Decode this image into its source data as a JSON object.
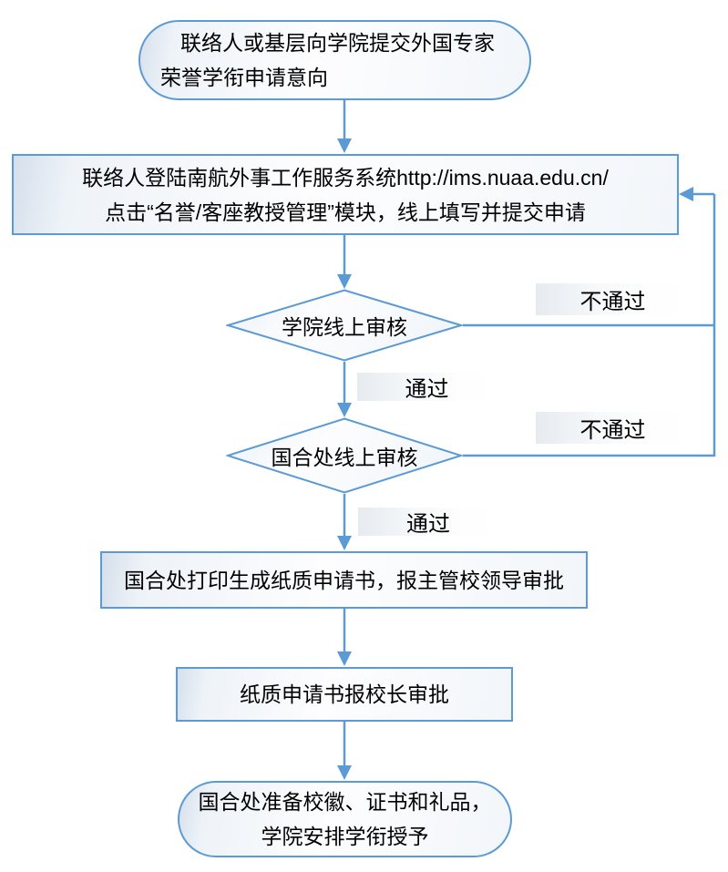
{
  "flowchart": {
    "accent_color": "#5B9BD5",
    "text_color": "#000000",
    "nodes": {
      "start": {
        "type": "terminator",
        "line1": "联络人或基层向学院提交外国专家",
        "line2": "荣誉学衔申请意向"
      },
      "submit": {
        "type": "process",
        "line1": "联络人登陆南航外事工作服务系统http://ims.nuaa.edu.cn/",
        "line2": "点击“名誉/客座教授管理”模块，线上填写并提交申请"
      },
      "college_review": {
        "type": "decision",
        "label": "学院线上审核"
      },
      "office_review": {
        "type": "decision",
        "label": "国合处线上审核"
      },
      "print_approval": {
        "type": "process",
        "label": "国合处打印生成纸质申请书，报主管校领导审批"
      },
      "president_approval": {
        "type": "process",
        "label": "纸质申请书报校长审批"
      },
      "end": {
        "type": "terminator",
        "line1": "国合处准备校徽、证书和礼品，",
        "line2": "学院安排学衔授予"
      }
    },
    "edge_labels": {
      "fail1": "不通过",
      "pass1": "通过",
      "fail2": "不通过",
      "pass2": "通过"
    }
  }
}
